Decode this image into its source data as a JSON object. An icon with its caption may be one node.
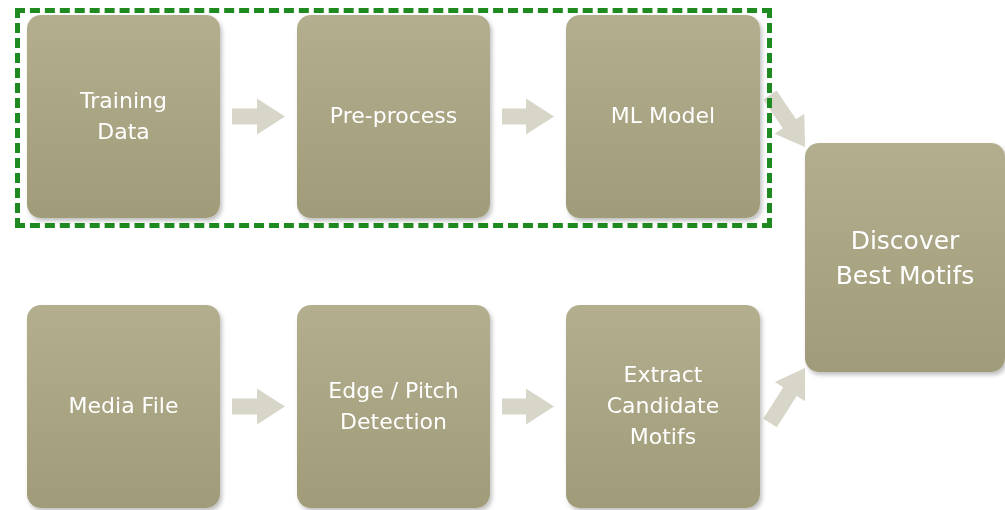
{
  "diagram": {
    "nodes": [
      {
        "text": [],
        "shape": "box"
      },
      {
        "text": [
          "Training Data"
        ],
        "in": 0
      },
      {
        "text": [
          "Pre-process"
        ],
        "in": 0
      },
      {
        "text": [
          "ML Model"
        ],
        "in": 0
      },
      {
        "text": [
          "Discover Best Motifs"
        ]
      },
      {
        "text": [
          "Media File"
        ]
      },
      {
        "text": [
          "Edge / Pitch Detection"
        ]
      },
      {
        "text": [
          "Extract Candidate Motifs"
        ]
      }
    ],
    "edges": [
      {
        "from": 1,
        "to": 2,
        "arrow": "to"
      },
      {
        "from": 2,
        "to": 3,
        "arrow": "to"
      },
      {
        "from": 3,
        "to": 4,
        "arrow": "to"
      },
      {
        "from": 5,
        "to": 6,
        "arrow": "to"
      },
      {
        "from": 6,
        "to": 7,
        "arrow": "to"
      },
      {
        "from": 7,
        "to": 4,
        "arrow": "to"
      }
    ]
  }
}
